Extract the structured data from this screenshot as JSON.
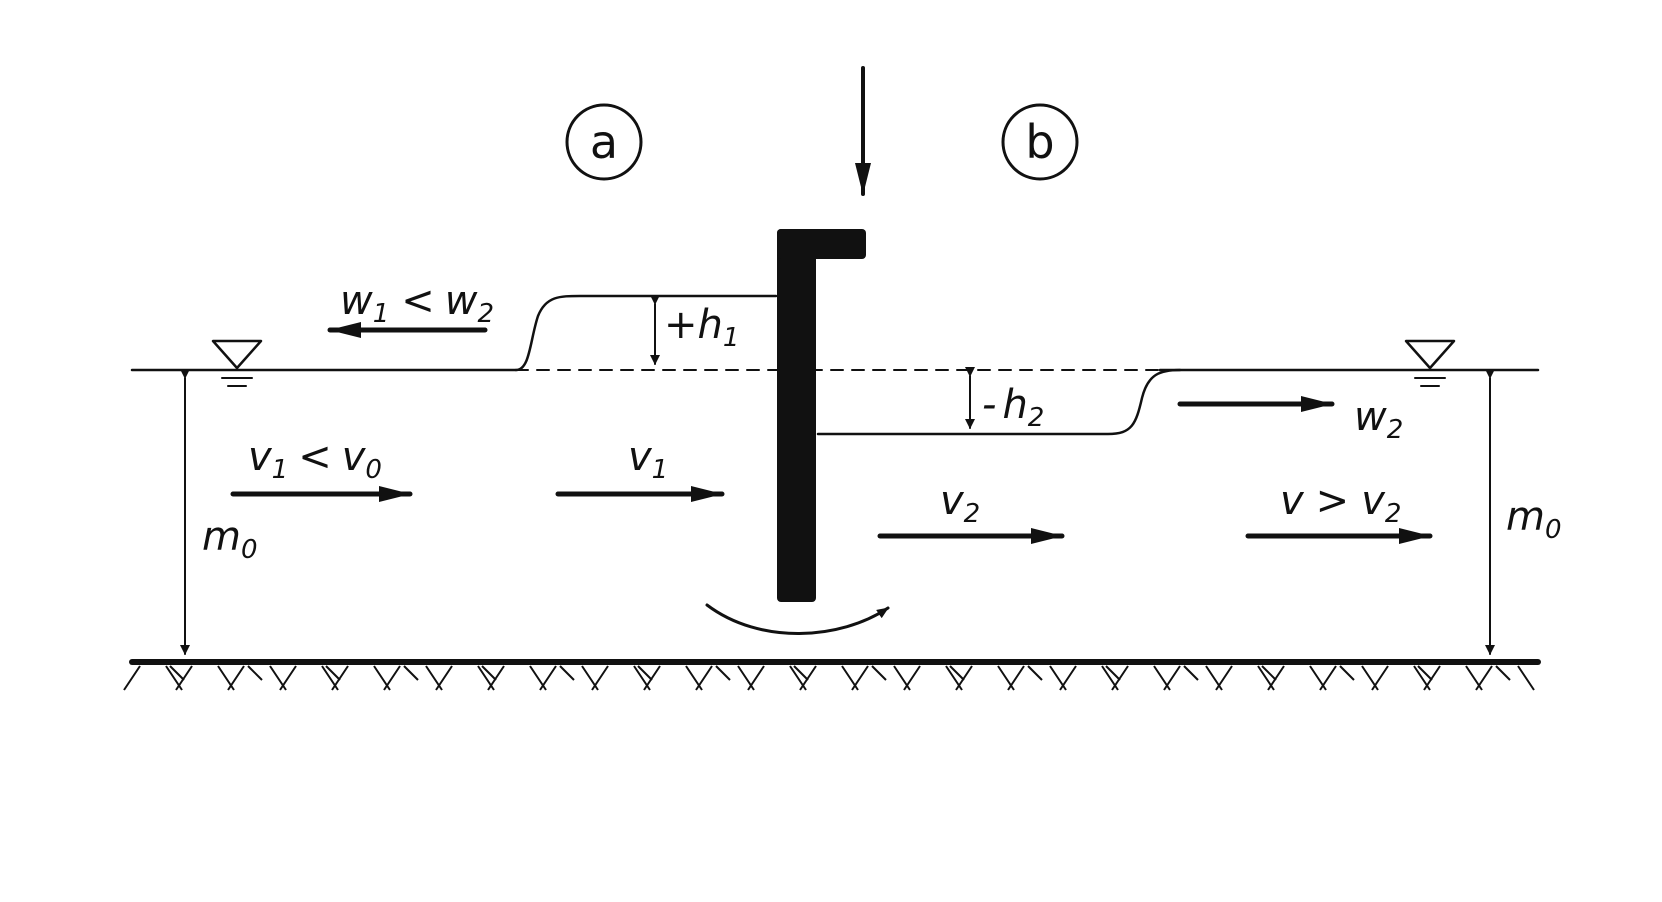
{
  "zones": {
    "a": "a",
    "b": "b"
  },
  "labels": {
    "w_upstream": {
      "main": "w",
      "sub": "1",
      "op": "<",
      "main2": "w",
      "sub2": "2"
    },
    "h_up": {
      "sign": "+",
      "main": "h",
      "sub": "1"
    },
    "h_down": {
      "sign": "-",
      "main": "h",
      "sub": "2"
    },
    "w_down": {
      "main": "w",
      "sub": "2"
    },
    "v_far_left": {
      "main": "v",
      "sub": "1",
      "op": "<",
      "main2": "v",
      "sub2": "0"
    },
    "v_near_left": {
      "main": "v",
      "sub": "1"
    },
    "v_near_right": {
      "main": "v",
      "sub": "2"
    },
    "v_far_right": {
      "main": "v",
      "op": ">",
      "main2": "v",
      "sub2": "2"
    },
    "depth_left": {
      "main": "m",
      "sub": "0"
    },
    "depth_right": {
      "main": "m",
      "sub": "0"
    }
  }
}
